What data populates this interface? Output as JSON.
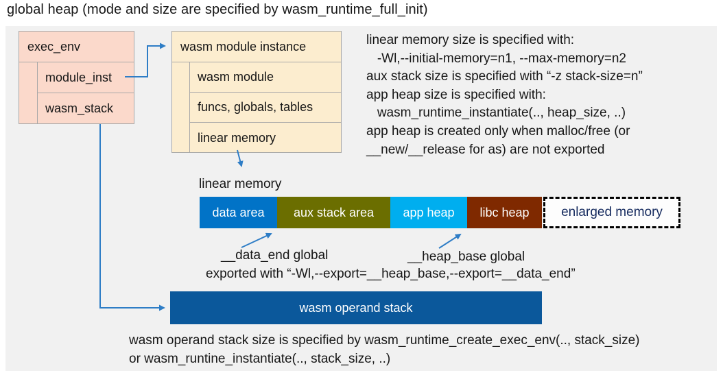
{
  "title": "global heap (mode and size are specified by wasm_runtime_full_init)",
  "exec_env": {
    "header": "exec_env",
    "rows": [
      "module_inst",
      "wasm_stack"
    ]
  },
  "module_instance": {
    "header": "wasm module instance",
    "rows": [
      "wasm module",
      "funcs, globals, tables",
      "linear memory"
    ]
  },
  "notes_right": {
    "lines": [
      "linear memory size is specified with:",
      "   -Wl,--initial-memory=n1, --max-memory=n2",
      "aux stack size is specified with “-z stack-size=n”",
      "app heap size is specified with:",
      "   wasm_runtime_instantiate(.., heap_size, ..)",
      "app heap is created only when malloc/free (or",
      "__new/__release for as) are not exported"
    ]
  },
  "linear_memory": {
    "label": "linear memory",
    "segments": [
      {
        "label": "data area",
        "color": "#0173C7"
      },
      {
        "label": "aux stack area",
        "color": "#6B6E00"
      },
      {
        "label": "app heap",
        "color": "#00AEEF"
      },
      {
        "label": "libc heap",
        "color": "#7F2900"
      }
    ],
    "enlarged": {
      "label": "enlarged memory",
      "text_color": "#152A5E"
    }
  },
  "annotations": {
    "data_end": "__data_end global",
    "heap_base": "__heap_base global",
    "export_line": "exported with “-Wl,--export=__heap_base,--export=__data_end”"
  },
  "operand_stack": {
    "label": "wasm operand stack",
    "color": "#0B589B"
  },
  "notes_bottom": {
    "lines": [
      "wasm operand stack size is specified by wasm_runtime_create_exec_env(.., stack_size)",
      "or wasm_runtine_instantiate(.., stack_size, ..)"
    ]
  },
  "colors": {
    "panel_bg": "#F1F1F1",
    "exec_env_fill": "#FBD9CB",
    "module_instance_fill": "#FCEDCF",
    "struct_border": "#A8A8A8",
    "arrow": "#2E7DC6"
  }
}
